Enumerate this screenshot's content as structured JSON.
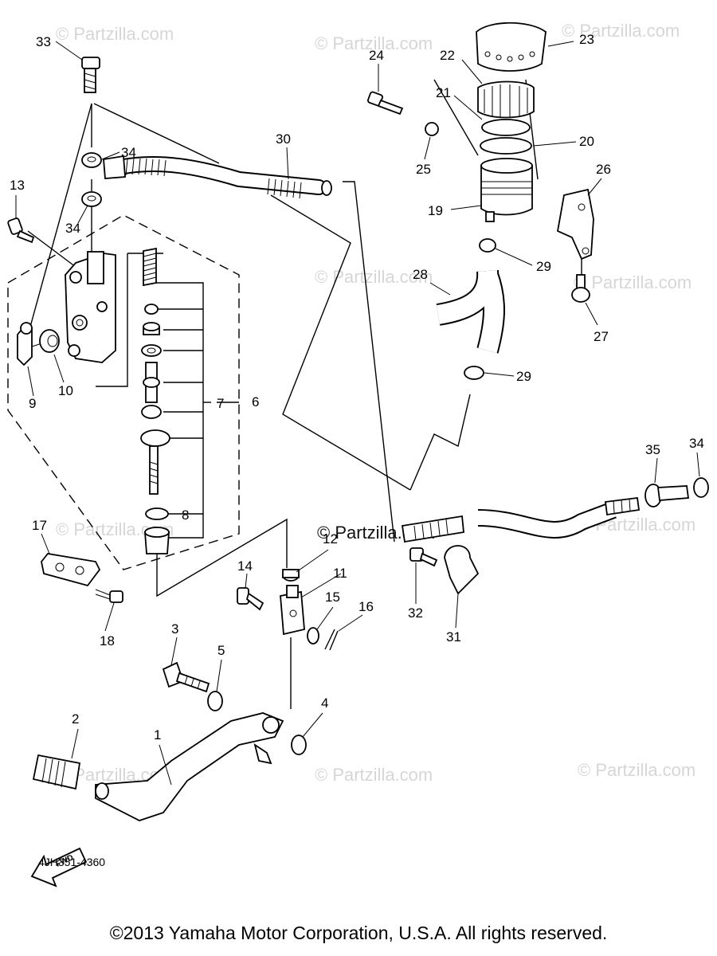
{
  "watermark": "© Partzilla.com",
  "diagram_code": "4JH351-4360",
  "fwd_label": "FWD",
  "copyright": "©2013 Yamaha Motor Corporation, U.S.A. All rights reserved.",
  "callouts": [
    {
      "id": "1",
      "text": "1"
    },
    {
      "id": "2",
      "text": "2"
    },
    {
      "id": "3",
      "text": "3"
    },
    {
      "id": "4",
      "text": "4"
    },
    {
      "id": "5",
      "text": "5"
    },
    {
      "id": "6",
      "text": "6"
    },
    {
      "id": "7",
      "text": "7"
    },
    {
      "id": "8",
      "text": "8"
    },
    {
      "id": "9",
      "text": "9"
    },
    {
      "id": "10",
      "text": "10"
    },
    {
      "id": "11",
      "text": "11"
    },
    {
      "id": "12",
      "text": "12"
    },
    {
      "id": "13",
      "text": "13"
    },
    {
      "id": "14",
      "text": "14"
    },
    {
      "id": "15",
      "text": "15"
    },
    {
      "id": "16",
      "text": "16"
    },
    {
      "id": "17",
      "text": "17"
    },
    {
      "id": "18",
      "text": "18"
    },
    {
      "id": "19",
      "text": "19"
    },
    {
      "id": "20",
      "text": "20"
    },
    {
      "id": "21",
      "text": "21"
    },
    {
      "id": "22",
      "text": "22"
    },
    {
      "id": "23",
      "text": "23"
    },
    {
      "id": "24",
      "text": "24"
    },
    {
      "id": "25",
      "text": "25"
    },
    {
      "id": "26",
      "text": "26"
    },
    {
      "id": "27",
      "text": "27"
    },
    {
      "id": "28",
      "text": "28"
    },
    {
      "id": "29a",
      "text": "29"
    },
    {
      "id": "29b",
      "text": "29"
    },
    {
      "id": "30",
      "text": "30"
    },
    {
      "id": "31",
      "text": "31"
    },
    {
      "id": "32",
      "text": "32"
    },
    {
      "id": "33",
      "text": "33"
    },
    {
      "id": "34a",
      "text": "34"
    },
    {
      "id": "34b",
      "text": "34"
    },
    {
      "id": "34c",
      "text": "34"
    },
    {
      "id": "35",
      "text": "35"
    }
  ]
}
